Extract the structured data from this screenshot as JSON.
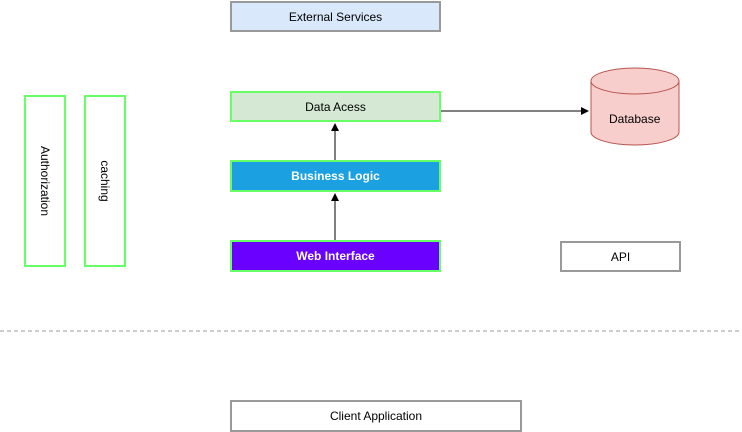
{
  "diagram": {
    "nodes": {
      "external_services": "External Services",
      "data_access": "Data Acess",
      "business_logic": "Business Logic",
      "web_interface": "Web Interface",
      "database": "Database",
      "api": "API",
      "authorization": "Authorization",
      "caching": "caching",
      "client_application": "Client Application"
    },
    "colors": {
      "external_services_fill": "#dae8fc",
      "external_services_stroke": "#999999",
      "data_access_fill": "#d5e8d4",
      "green_stroke": "#66ff66",
      "business_logic_fill": "#1ba1e2",
      "web_interface_fill": "#6a00ff",
      "database_fill": "#f8cecc",
      "database_stroke": "#b85450",
      "divider": "#999999"
    }
  }
}
